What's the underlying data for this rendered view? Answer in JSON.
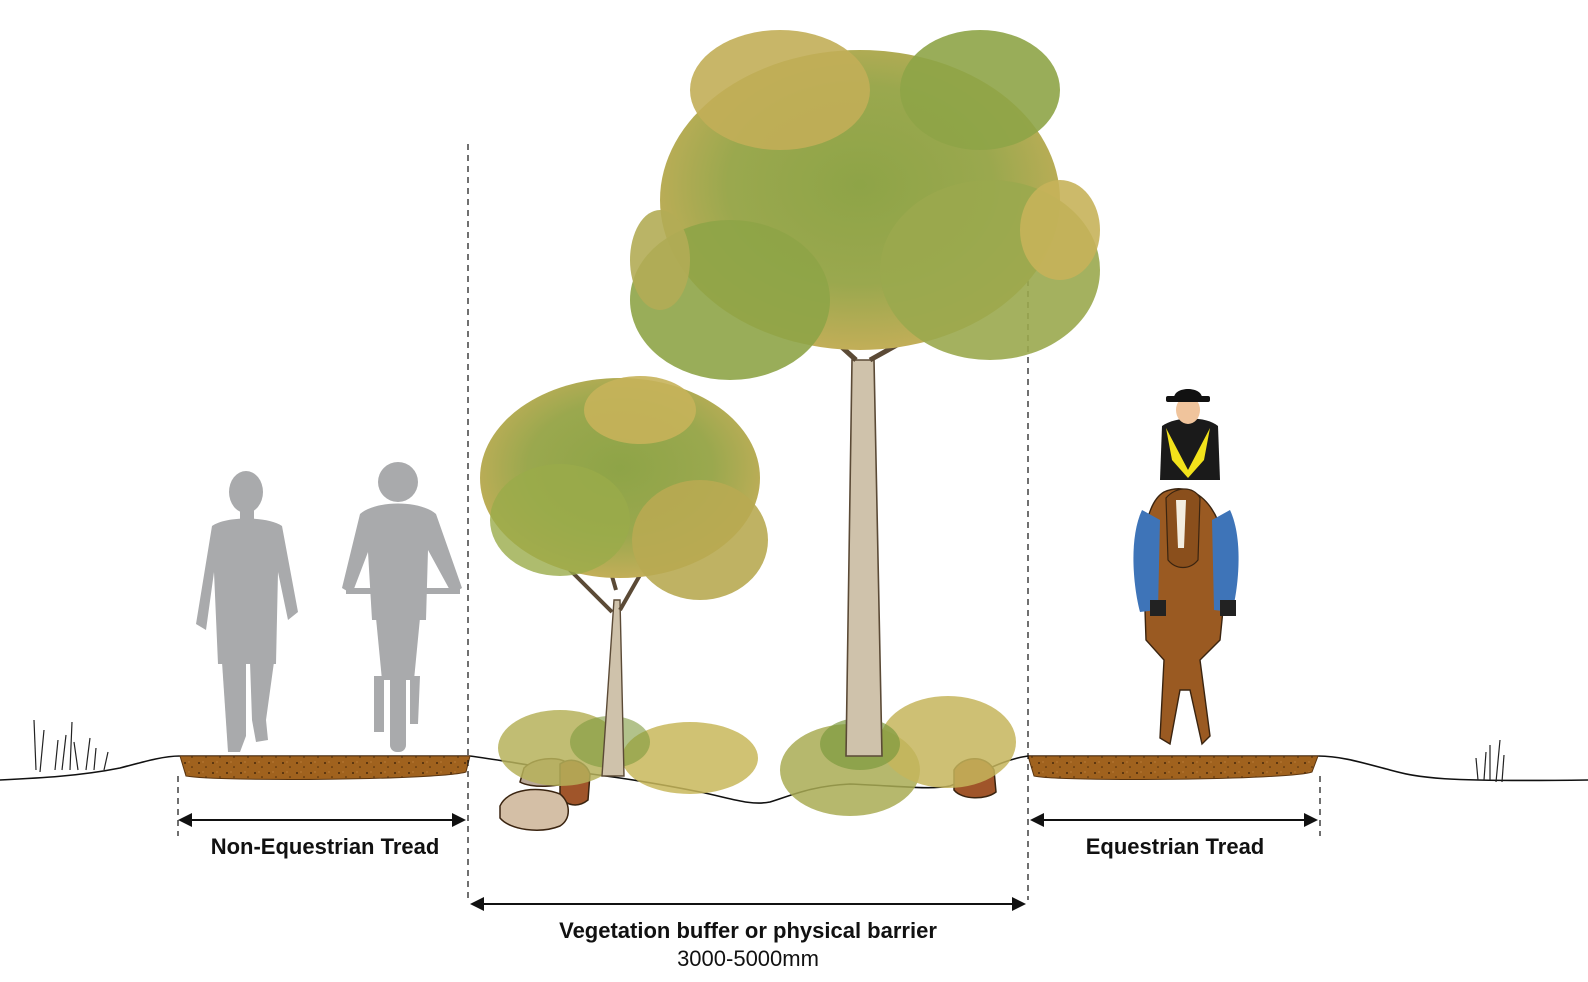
{
  "labels": {
    "non_equestrian": "Non-Equestrian Tread",
    "equestrian": "Equestrian Tread",
    "buffer": "Vegetation buffer or physical barrier",
    "buffer_width": "3000-5000mm"
  },
  "colors": {
    "soil": "#a0621e",
    "soil_dark": "#6e4112",
    "silhouette": "#a9aaac",
    "foliage_light": "#c7b35a",
    "foliage_mid": "#8ea447",
    "foliage_dark": "#5d7f33",
    "trunk": "#cfc2ab",
    "horse": "#9a5a22",
    "jacket": "#f2e21b",
    "jeans": "#3e74b8"
  },
  "icons": [
    "pedestrian-silhouette",
    "cyclist-silhouette",
    "small-tree",
    "large-tree",
    "rocks",
    "horse-rider",
    "grass-tufts"
  ]
}
